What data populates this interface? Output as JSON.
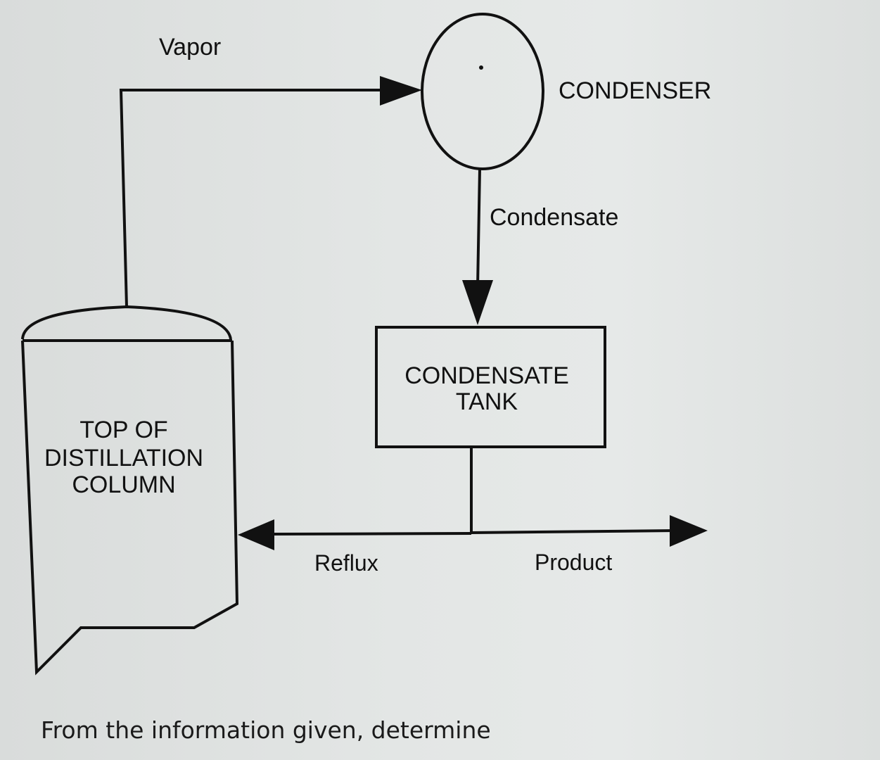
{
  "labels": {
    "vapor": "Vapor",
    "condenser": "CONDENSER",
    "condensate": "Condensate",
    "condensate_tank_line1": "CONDENSATE",
    "condensate_tank_line2": "TANK",
    "column_line1": "TOP OF",
    "column_line2": "DISTILLATION",
    "column_line3": "COLUMN",
    "reflux": "Reflux",
    "product": "Product"
  },
  "caption": "From the information given, determine"
}
